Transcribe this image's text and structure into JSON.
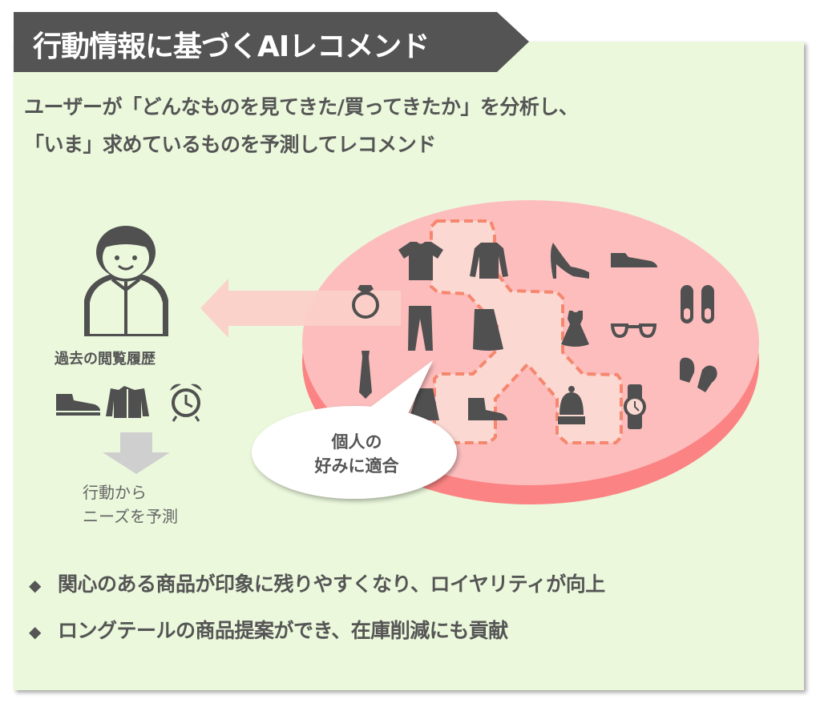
{
  "header": {
    "title": "行動情報に基づくAIレコメンド"
  },
  "subtitle": {
    "line1": "ユーザーが「どんなものを見てきた/買ってきたか」を分析し、",
    "line2": "「いま」求めているものを予測してレコメンド"
  },
  "user": {
    "history_label": "過去の閲覧履歴",
    "history_icons": [
      "shoe-icon",
      "shirt-icon",
      "alarm-clock-icon"
    ],
    "predict_line1": "行動から",
    "predict_line2": "ニーズを予測"
  },
  "bubble": {
    "line1": "個人の",
    "line2": "好みに適合"
  },
  "items": [
    "t-shirt",
    "sweater",
    "high-heel",
    "dress-shoe",
    "ring",
    "pants",
    "skirt",
    "dress",
    "glasses",
    "slippers",
    "tie",
    "jacket",
    "sneaker",
    "beanie",
    "watch",
    "mittens"
  ],
  "bullets": [
    {
      "marker": "◆",
      "text": "関心のある商品が印象に残りやすくなり、ロイヤリティが向上"
    },
    {
      "marker": "◆",
      "text": "ロングテールの商品提案ができ、在庫削減にも貢献"
    }
  ],
  "colors": {
    "header": "#545454",
    "panel": "#ebf8dc",
    "disc_top": "#fdbdbd",
    "disc_side": "#fb8383",
    "dash": "#f6876f",
    "icon": "#505050"
  }
}
